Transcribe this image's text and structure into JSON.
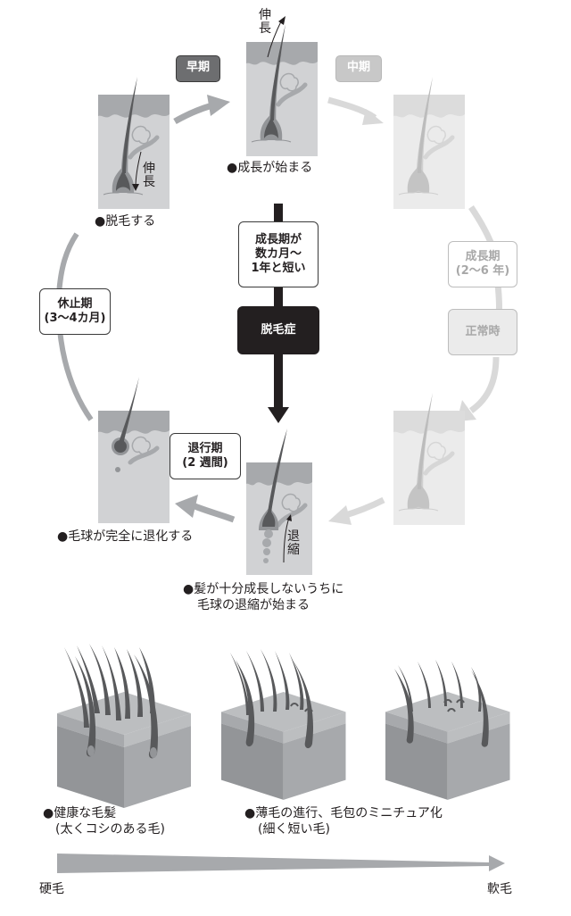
{
  "title": "毛髪の成長サイクルと脱毛症",
  "phase_tags": {
    "early": "早期",
    "middle": "中期"
  },
  "vertical_labels": {
    "elongation_top": [
      "伸",
      "長"
    ],
    "elongation_left": [
      "伸",
      "長"
    ],
    "shrink": [
      "退",
      "縮"
    ]
  },
  "captions": {
    "growth_start": "●成長が始まる",
    "shedding": "●脱毛する",
    "bulb_regress": "●毛球が完全に退化する",
    "short_growth_line1": "●髪が十分成長しないうちに",
    "short_growth_line2": "毛球の退縮が始まる"
  },
  "stage_boxes": {
    "resting": [
      "休止期",
      "(3〜4カ月)"
    ],
    "catagen": [
      "退行期",
      "(2 週間)"
    ],
    "anagen_normal": [
      "成長期",
      "(2〜6 年)"
    ],
    "normal": "正常時",
    "short_anagen": [
      "成長期が",
      "数カ月〜",
      "1年と短い"
    ],
    "alopecia": "脱毛症"
  },
  "bottom": {
    "healthy_line1": "●健康な毛髪",
    "healthy_line2": "(太くコシのある毛)",
    "thinning_line1": "●薄毛の進行、毛包のミニチュア化",
    "thinning_line2": "(細く短い毛)",
    "scale_left": "硬毛",
    "scale_right": "軟毛"
  },
  "colors": {
    "dark": "#231f20",
    "tag_early": "#6d6e70",
    "tag_middle": "#c8c8c8",
    "arrow_gray": "#a7a9ac",
    "arrow_light": "#d9d9d9"
  }
}
